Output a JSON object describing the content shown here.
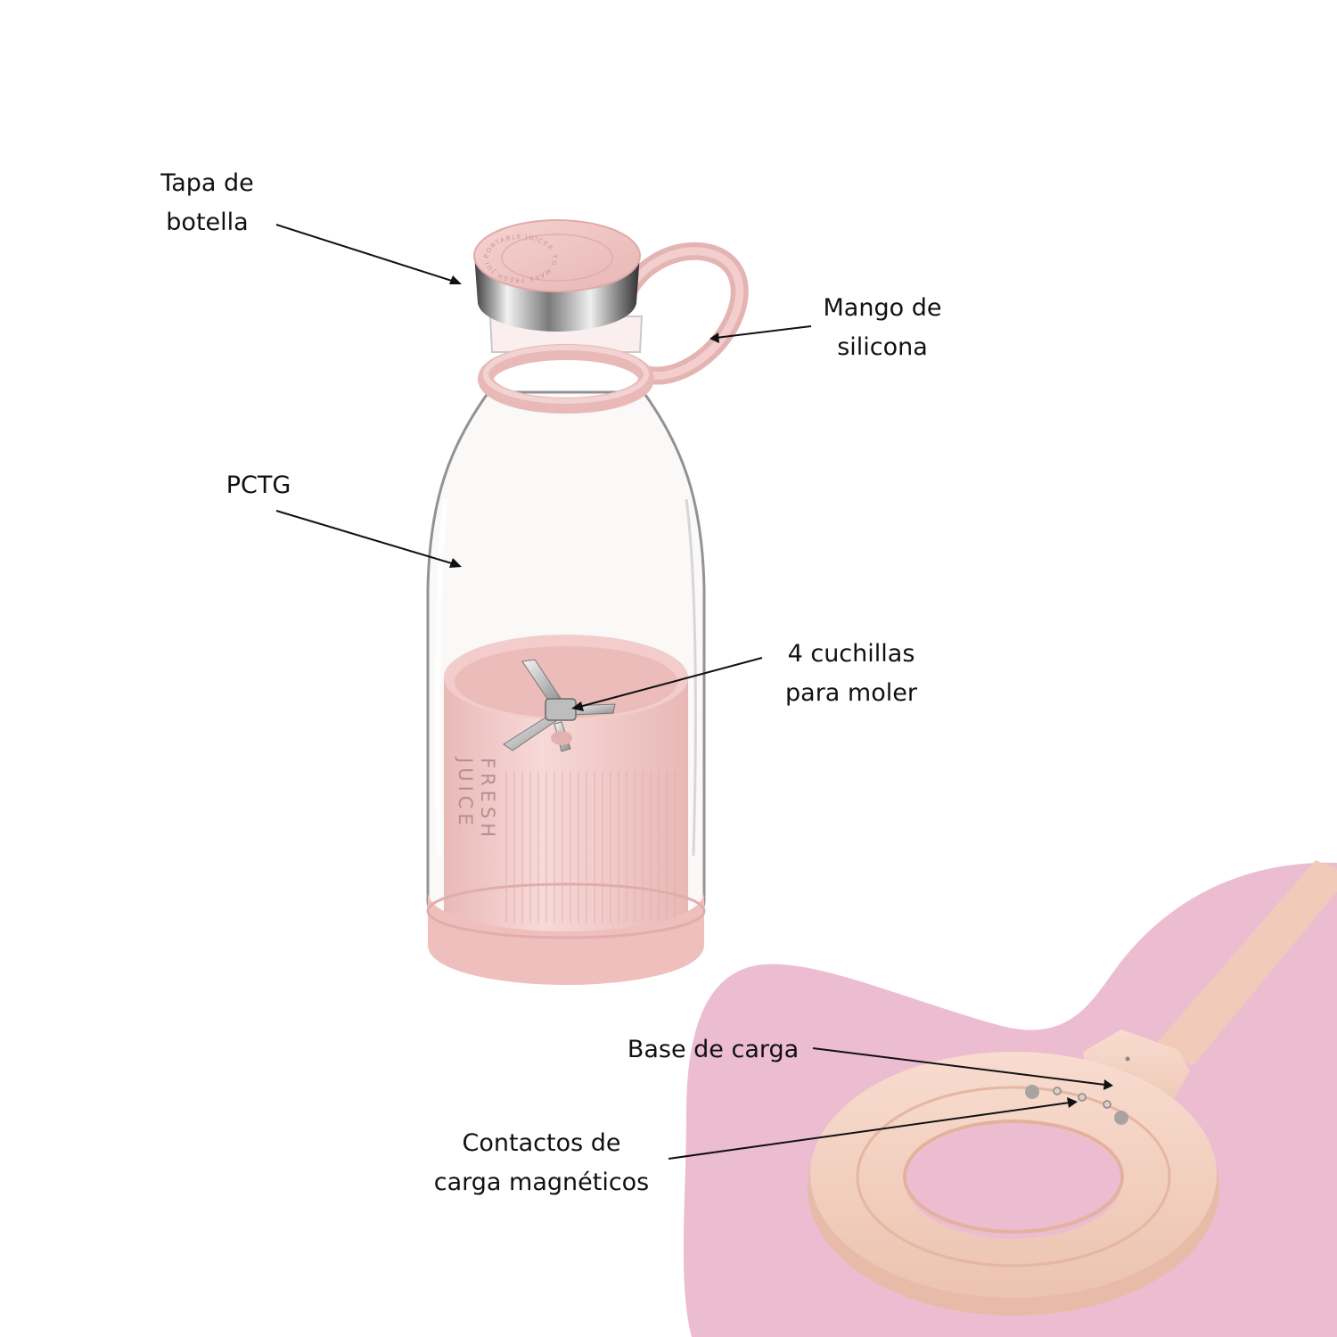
{
  "labels": {
    "tapa": {
      "line1": "Tapa de",
      "line2": "botella"
    },
    "mango": {
      "line1": "Mango de",
      "line2": "silicona"
    },
    "pctg": {
      "line1": "PCTG"
    },
    "cuchillas": {
      "line1": "4 cuchillas",
      "line2": "para moler"
    },
    "base": {
      "line1": "Base de carga"
    },
    "contactos": {
      "line1": "Contactos de",
      "line2": "carga magnéticos"
    }
  },
  "product": {
    "brand_line1": "FRESH",
    "brand_line2": "JUICE",
    "cap_ring_text": "PORTABLE JUICER TO MAKE FRESH JUICE EVERY DAY"
  },
  "colors": {
    "blob": "#ecbdd0",
    "pink_part": "#f0c8c7",
    "pink_dark": "#e2b0b0",
    "dock": "#f4d3c4",
    "dock_dark": "#e9bfac",
    "arrow": "#111111"
  }
}
